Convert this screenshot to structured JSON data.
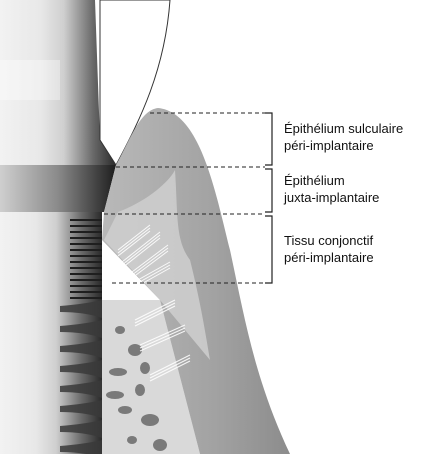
{
  "labels": [
    {
      "line1": "Épithélium sulculaire",
      "line2": "péri-implantaire"
    },
    {
      "line1": "Épithélium",
      "line2": "juxta-implantaire"
    },
    {
      "line1": "Tissu conjonctif",
      "line2": "péri-implantaire"
    }
  ],
  "colors": {
    "tissue": "#9a9a9a",
    "tissue_light": "#c9c9c9",
    "metal_dark": "#2a2a2a",
    "metal_light": "#e6e6e6",
    "bone": "#d8d8d8",
    "line": "#222222"
  }
}
